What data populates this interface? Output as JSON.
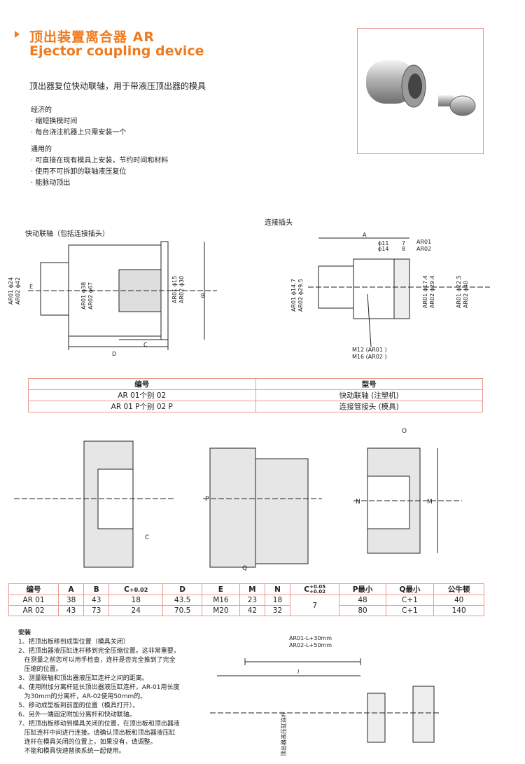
{
  "header": {
    "title_cn": "顶出装置离合器 AR",
    "title_en": "Ejector coupling device",
    "intro": "顶出器复位快动联轴，用于带液压顶出器的模具"
  },
  "features": {
    "group1_title": "经济的",
    "group1_items": [
      "· 缩短换模时间",
      "· 每台浇注机器上只需安装一个"
    ],
    "group2_title": "通用的",
    "group2_items": [
      "· 可直接在现有模具上安装，节约时间和材料",
      "· 使用不可拆卸的联轴液压复位",
      "· 能脉动顶出"
    ]
  },
  "drawings": {
    "left_caption": "快动联轴（包括连接插头）",
    "right_caption": "连接插头",
    "left_labels": {
      "a1": "AR01 ϕ24",
      "a2": "AR02 ϕ42",
      "e": "E",
      "b1": "AR01 ϕ38",
      "b2": "AR02 ϕ67",
      "c1": "AR01 ϕ15",
      "c2": "AR02 ϕ30",
      "b": "B",
      "c": "C",
      "d": "D"
    },
    "right_labels": {
      "a": "A",
      "d11": "ϕ11",
      "d14": "ϕ14",
      "n7": "7",
      "n8": "8",
      "r1": "AR01",
      "r2": "AR02",
      "l1": "AR01 ϕ14.7",
      "l2": "AR02 ϕ29.5",
      "m1": "AR01 ϕ17.4",
      "m2": "AR02 ϕ29.4",
      "o1": "AR01 ϕ22.5",
      "o2": "AR02 ϕ40",
      "t1": "M12 (AR01 )",
      "t2": "M16 (AR02 )"
    },
    "mid_labels": {
      "c": "C",
      "p": "P",
      "q": "Q",
      "n": "N",
      "m": "M",
      "o": "O"
    }
  },
  "table1": {
    "headers": [
      "编号",
      "型号"
    ],
    "rows": [
      [
        "AR 01个别 02",
        "快动联轴 (注塑机)"
      ],
      [
        "AR 01 P个别 02 P",
        "连接管接头 (模具)"
      ]
    ]
  },
  "table2": {
    "headers": [
      "编号",
      "A",
      "B",
      "C+0.02",
      "D",
      "E",
      "M",
      "N",
      "C+0.05/+0.02",
      "P最小",
      "Q最小",
      "公牛顿"
    ],
    "c_head": "C",
    "c_tol": "+0.02",
    "c2_tol_top": "+0.05",
    "c2_tol_bot": "+0.02",
    "rows": [
      [
        "AR 01",
        "38",
        "43",
        "18",
        "43.5",
        "M16",
        "23",
        "18",
        "7",
        "48",
        "C+1",
        "40"
      ],
      [
        "AR 02",
        "43",
        "73",
        "24",
        "70.5",
        "M20",
        "42",
        "32",
        "7",
        "80",
        "C+1",
        "140"
      ]
    ]
  },
  "install": {
    "title": "安装",
    "steps": [
      "1、把顶出板移到成型位置（模具关闭）",
      "2、把顶出器液压缸连杆移到完全压缩位置。这非常重要，",
      "   在测量之前您可以用手检查，连杆是否完全推到了完全",
      "   压缩的位置。",
      "3、测量联轴和顶出器液压缸连杆之间的距离。",
      "4、使用附加分离杆延长顶出器液压缸连杆，AR-01用长度",
      "   为30mm的分离杆，AR-02使用50mm的。",
      "5、移动成型板到前面的位置（模具打开）。",
      "6、另外一端固定附加分离杆和快动联轴。",
      "7、把顶出板移动到模具关闭的位置，在顶出板和顶出器液",
      "   压缸连杆中间进行连接。请确认顶出板和顶出器液压缸",
      "   连杆在模具关闭的位置上，如果没有，请调整。",
      "   不能和模具快速替换系统一起使用。"
    ],
    "rod_label1": "AR01-L+30mm",
    "rod_label2": "AR02-L+50mm",
    "l_label": "l",
    "vertical_label": "顶出器液压缸连杆"
  }
}
